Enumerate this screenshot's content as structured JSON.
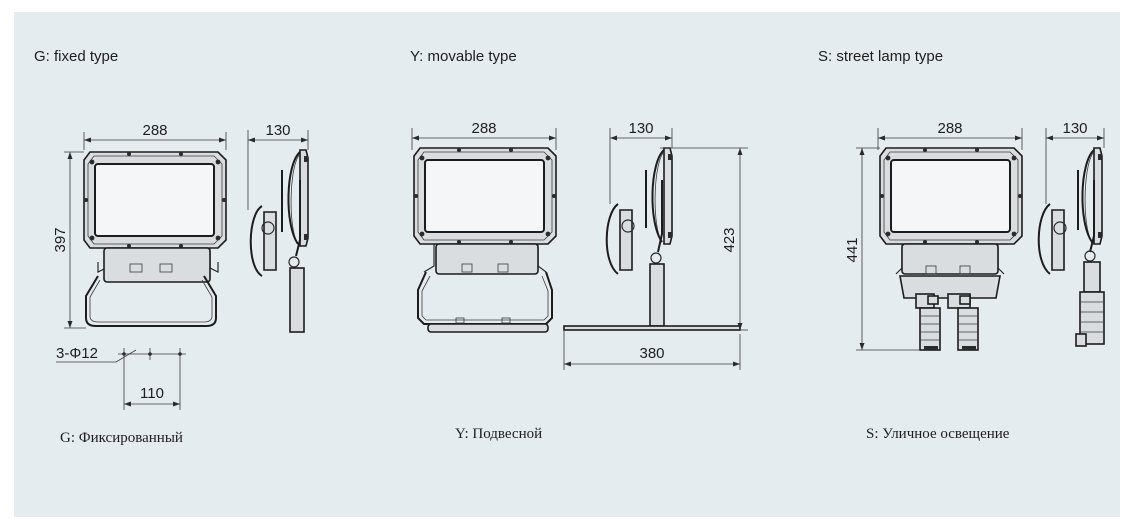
{
  "variants": [
    {
      "code": "G",
      "title_en": "G: fixed type",
      "title_ru": "G: Фиксированный",
      "width": "288",
      "depth": "130",
      "height": "397",
      "holes": "3-Φ12",
      "hole_spacing": "110"
    },
    {
      "code": "Y",
      "title_en": "Y: movable type",
      "title_ru": "Y: Подвесной",
      "width": "288",
      "depth": "130",
      "height": "423",
      "base_length": "380"
    },
    {
      "code": "S",
      "title_en": "S: street lamp type",
      "title_ru": "S: Уличное освещение",
      "width": "288",
      "depth": "130",
      "height": "441"
    }
  ],
  "colors": {
    "panel_bg": "#e5ecef",
    "line": "#1c1c1c"
  }
}
